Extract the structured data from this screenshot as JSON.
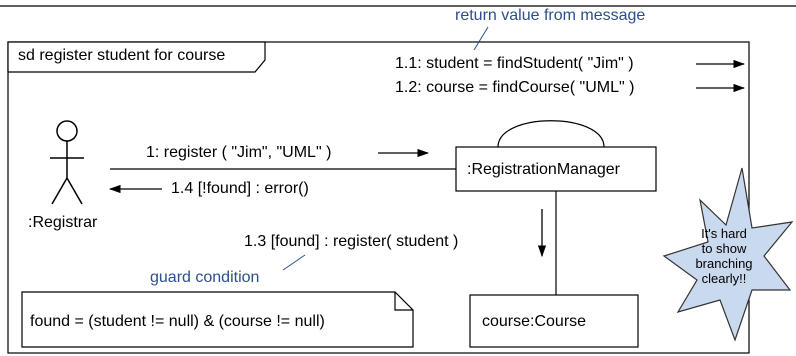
{
  "diagram": {
    "frame_label": "sd register student for course",
    "annotations": {
      "return_value": "return value from message",
      "guard": "guard condition"
    },
    "lifelines": {
      "registrar": ":Registrar",
      "manager": ":RegistrationManager",
      "course": "course:Course"
    },
    "messages": {
      "m1": "1: register ( \"Jim\", \"UML\" )",
      "m1_1": "1.1: student = findStudent( \"Jim\" )",
      "m1_2": "1.2: course = findCourse( \"UML\" )",
      "m1_3": "1.3 [found] : register( student )",
      "m1_4": "1.4 [!found] : error()"
    },
    "note": "found = (student != null) & (course != null)",
    "callout": {
      "line1": "It's hard",
      "line2": "to show",
      "line3": "branching",
      "line4": "clearly!!"
    },
    "colors": {
      "annotation": "#2c4f8c",
      "star_fill": "#c9d9ee",
      "star_stroke": "#333333"
    }
  }
}
